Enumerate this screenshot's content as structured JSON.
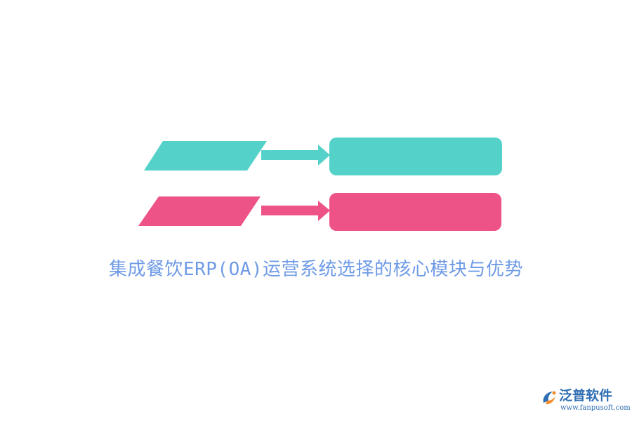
{
  "title": "集成餐饮ERP(OA)运营系统选择的核心模块与优势",
  "colors": {
    "teal": "#54d2c9",
    "pink": "#ee5388",
    "title": "#6f9be6",
    "watermark_blue": "#2f6db3",
    "watermark_orange": "#f28c28",
    "background": "#ffffff"
  },
  "rows": [
    {
      "color": "teal",
      "left_label": "",
      "right_label": ""
    },
    {
      "color": "pink",
      "left_label": "",
      "right_label": ""
    }
  ],
  "watermark": {
    "name": "泛普软件",
    "url": "www.fanpusoft.com"
  }
}
